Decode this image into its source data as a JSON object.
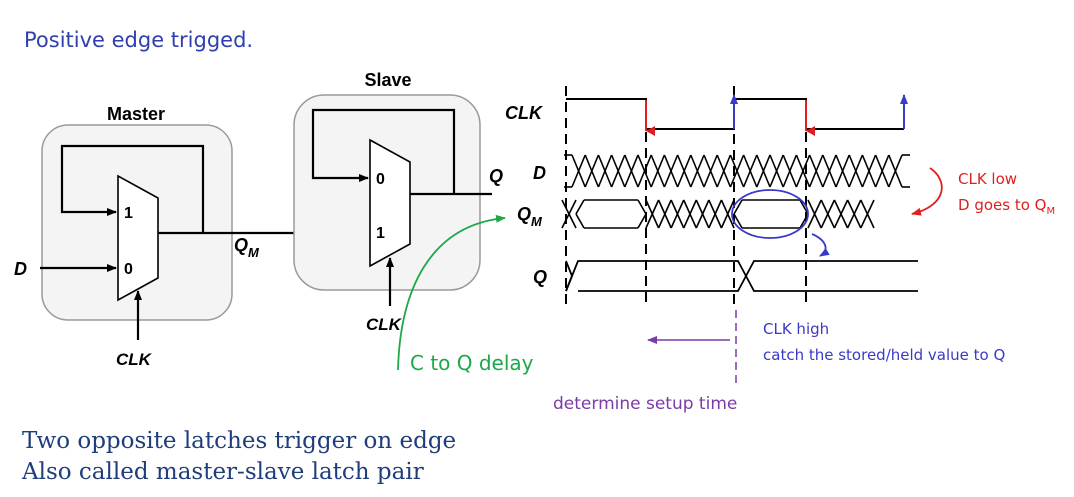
{
  "heading": "Positive edge trigged.",
  "footer": {
    "line1": "Two opposite latches trigger on edge",
    "line2": "Also called master-slave latch pair"
  },
  "schematic": {
    "master_title": "Master",
    "slave_title": "Slave",
    "mux_in_1": "1",
    "mux_in_0": "0",
    "slave_in_0": "0",
    "slave_in_1": "1",
    "d_input": "D",
    "qm_label": "Q",
    "qm_sub": "M",
    "q_output": "Q",
    "clk_master": "CLK",
    "clk_slave": "CLK"
  },
  "timing": {
    "clk_label": "CLK",
    "d_label": "D",
    "qm_label": "Q",
    "qm_sub": "M",
    "q_label": "Q"
  },
  "annotations": {
    "clk_low_line1": "CLK low",
    "clk_low_line2": "D goes to Q",
    "clk_low_sub": "M",
    "clk_high_line1": "CLK high",
    "clk_high_line2": "catch the stored/held value to Q",
    "c_to_q": "C to Q delay",
    "setup": "determine setup time"
  },
  "colors": {
    "heading": "#2f3fb0",
    "footer": "#1f3d7a",
    "red_annotation": "#e01e1e",
    "blue_annotation": "#3a3ac8",
    "green_annotation": "#1ea84a",
    "purple_annotation": "#7a3aa8"
  }
}
